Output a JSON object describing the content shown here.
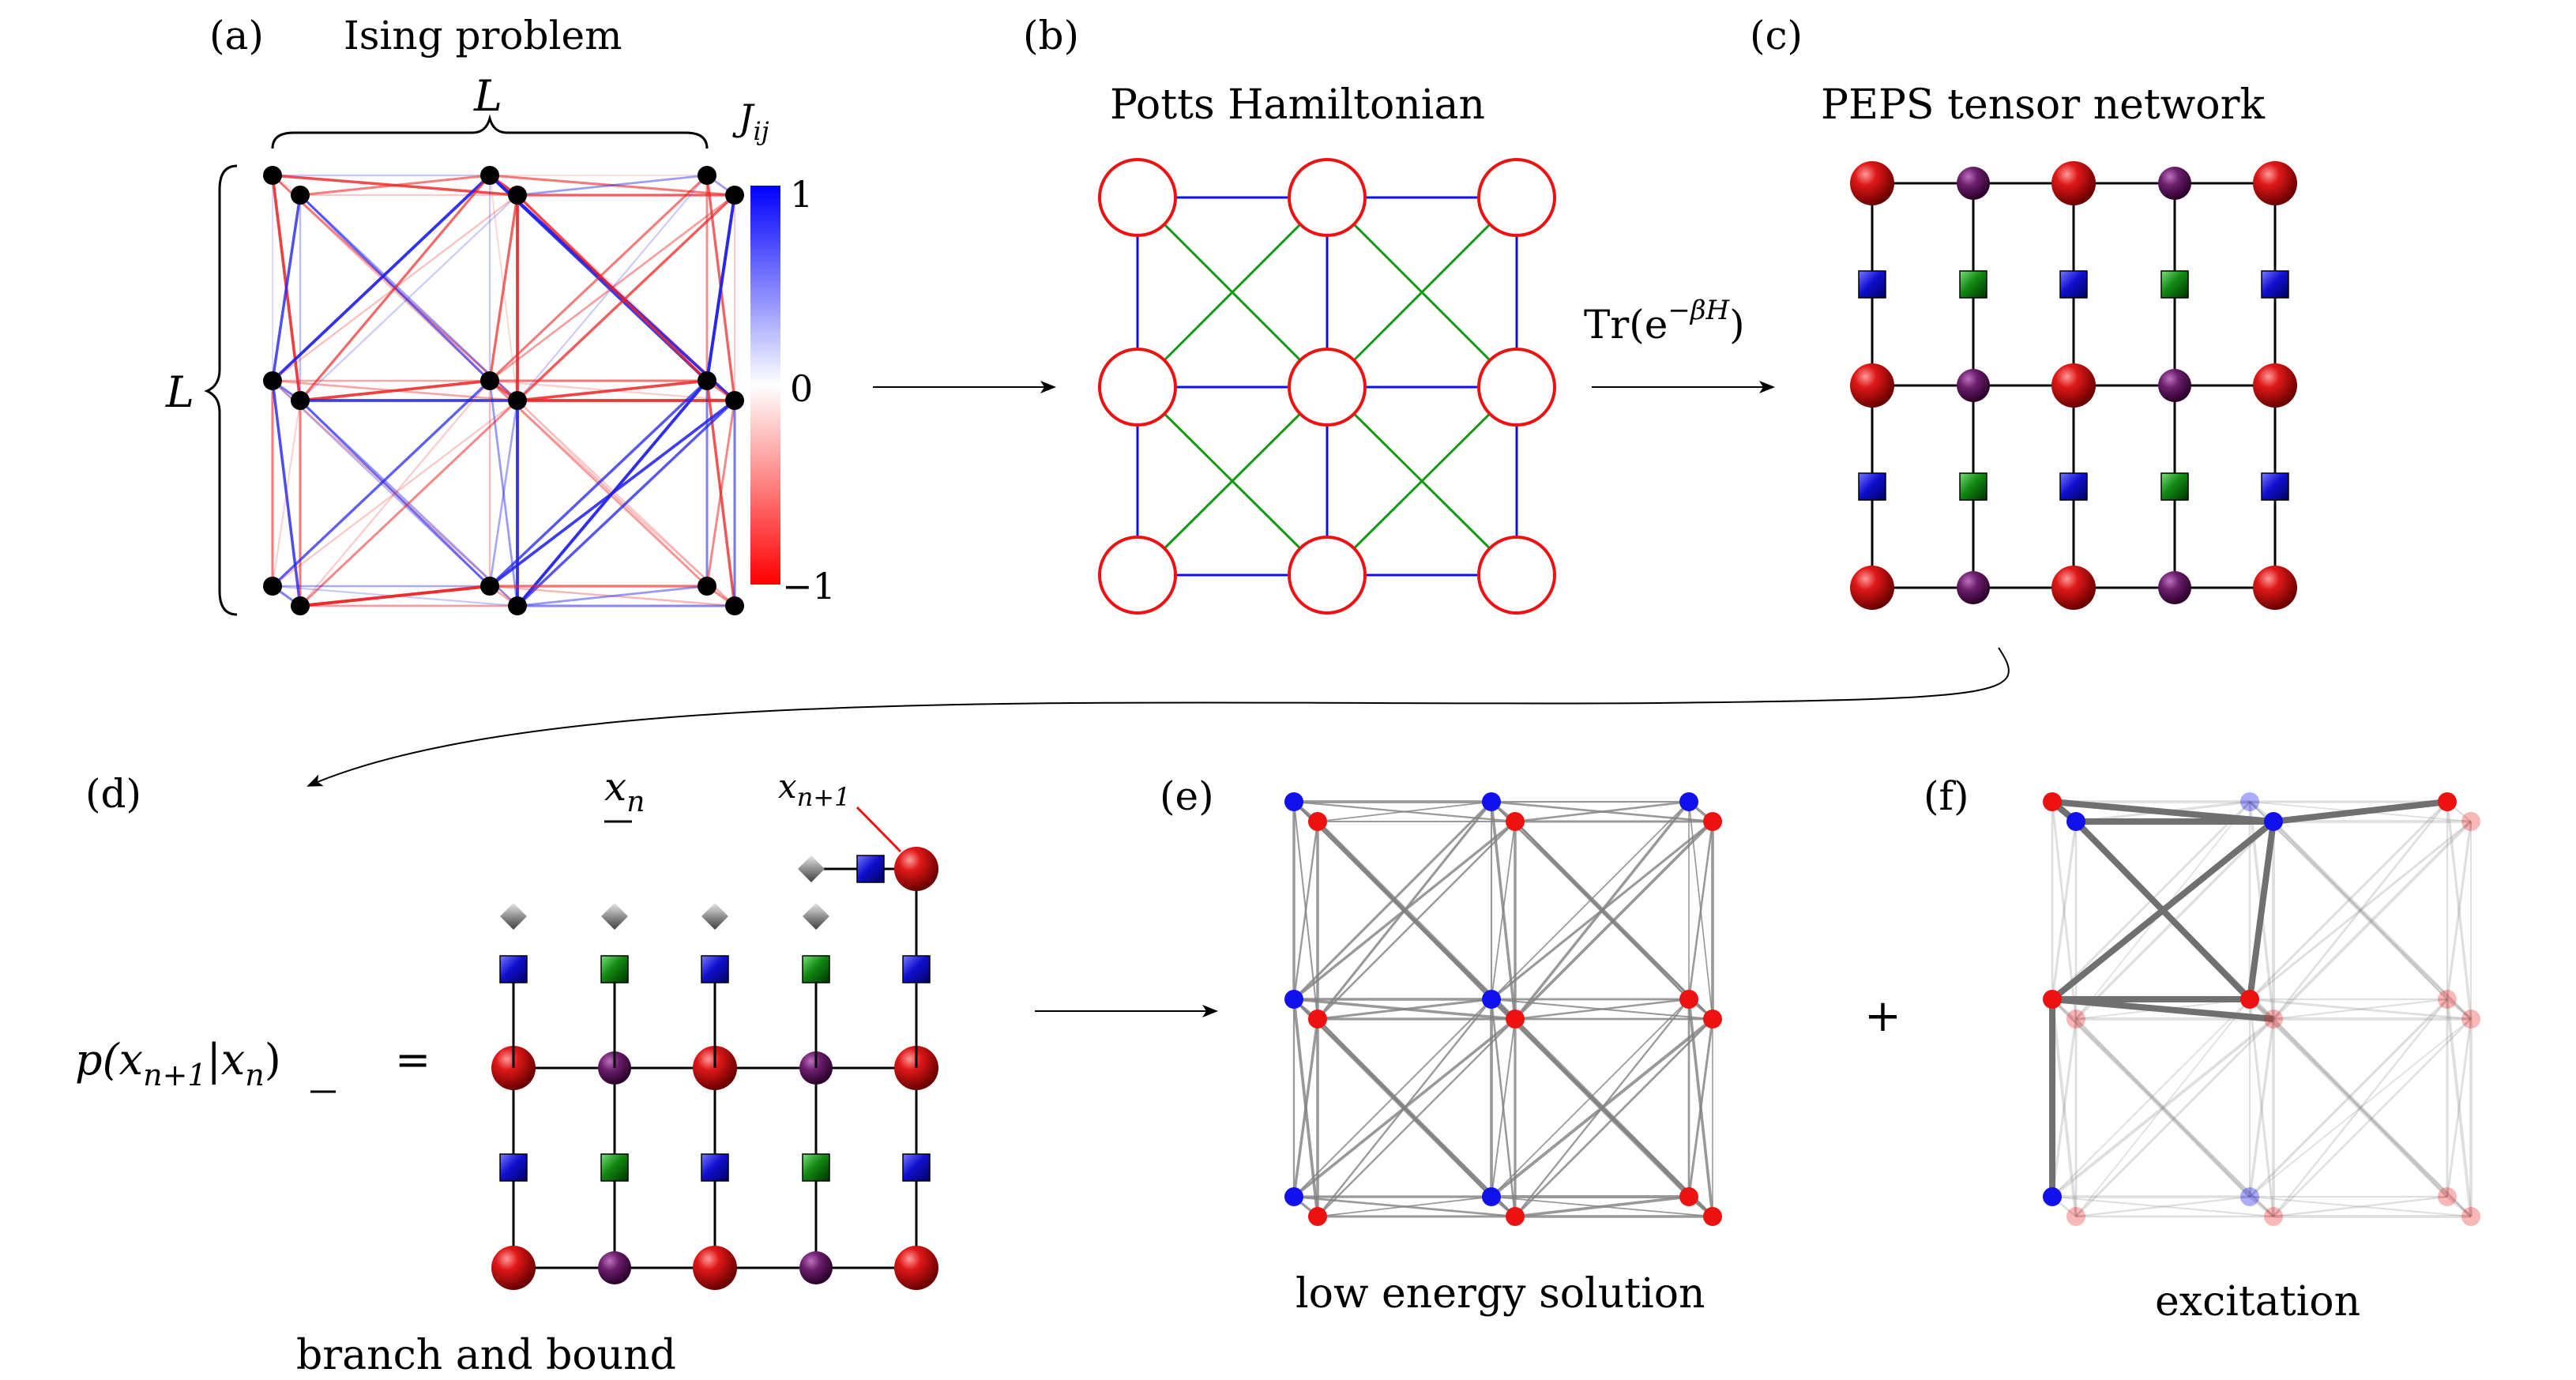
{
  "panels": {
    "a": {
      "letter": "(a)",
      "title": "Ising problem",
      "L_top": "L",
      "L_left": "L",
      "J_symbol": "J",
      "J_sub": "ij",
      "cb_top": "1",
      "cb_mid": "0",
      "cb_bot": "−1"
    },
    "b": {
      "letter": "(b)",
      "title": "Potts Hamiltonian"
    },
    "c": {
      "letter": "(c)",
      "title": "PEPS tensor network",
      "arrow_main": "Tr(e",
      "arrow_sup": "−βH",
      "arrow_close": ")"
    },
    "d": {
      "letter": "(d)",
      "xn_label": "x",
      "xn_sub": "n",
      "xn1_label": "x",
      "xn1_sub": "n+1",
      "eq_p": "p(x",
      "eq_sub1": "n+1",
      "eq_bar": "|",
      "eq_x": "x",
      "eq_sub2": "n",
      "eq_close": ")",
      "eq_equals": "=",
      "caption": "branch and bound"
    },
    "e": {
      "letter": "(e)",
      "caption": "low energy solution"
    },
    "f": {
      "letter": "(f)",
      "caption": "excitation"
    },
    "plus": "+"
  },
  "colors": {
    "red": "#ee1111",
    "blue": "#1111ee",
    "green": "#119911",
    "purple": "#6b1f6b",
    "gray": "#808080",
    "darkred": "#b00000"
  }
}
